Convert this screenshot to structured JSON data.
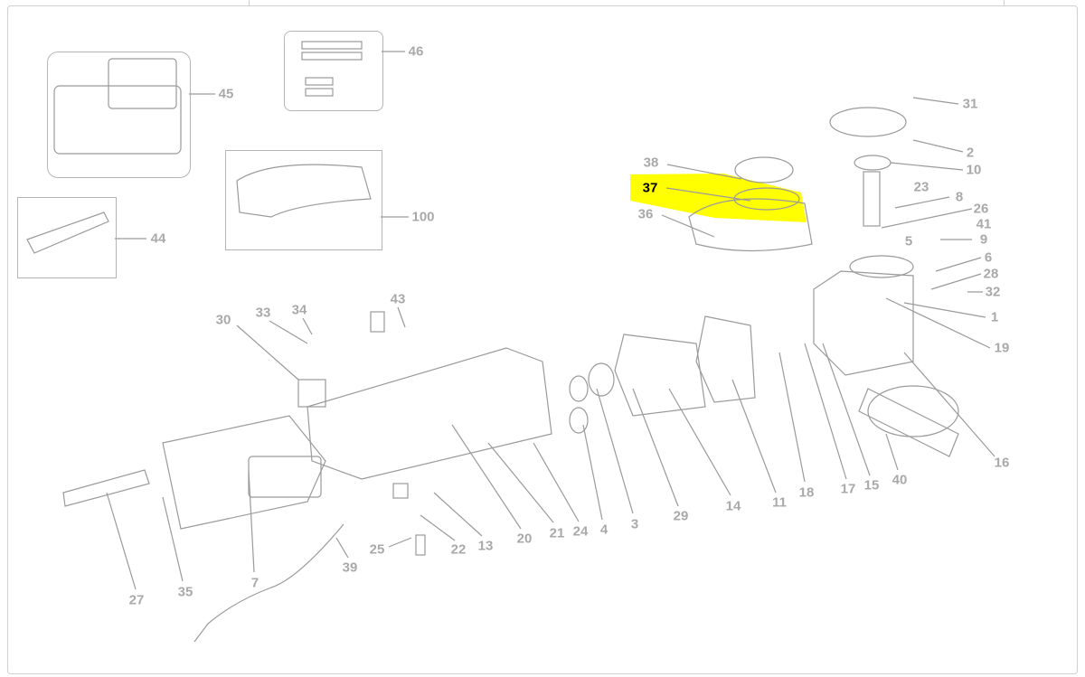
{
  "diagram": {
    "highlight_color": "#ffff00",
    "highlighted_part": "37",
    "part_labels": {
      "p46": "46",
      "p45": "45",
      "p100": "100",
      "p44": "44",
      "p38": "38",
      "p37": "37",
      "p36": "36",
      "p31": "31",
      "p2": "2",
      "p10": "10",
      "p23": "23",
      "p8": "8",
      "p26": "26",
      "p41": "41",
      "p9": "9",
      "p5": "5",
      "p6": "6",
      "p28": "28",
      "p32": "32",
      "p1": "1",
      "p19": "19",
      "p30": "30",
      "p33": "33",
      "p34": "34",
      "p43": "43",
      "p16": "16",
      "p40": "40",
      "p15": "15",
      "p17": "17",
      "p18": "18",
      "p11": "11",
      "p14": "14",
      "p29": "29",
      "p3": "3",
      "p4": "4",
      "p24": "24",
      "p21": "21",
      "p20": "20",
      "p13": "13",
      "p22": "22",
      "p25": "25",
      "p39": "39",
      "p7": "7",
      "p35": "35",
      "p27": "27"
    }
  }
}
